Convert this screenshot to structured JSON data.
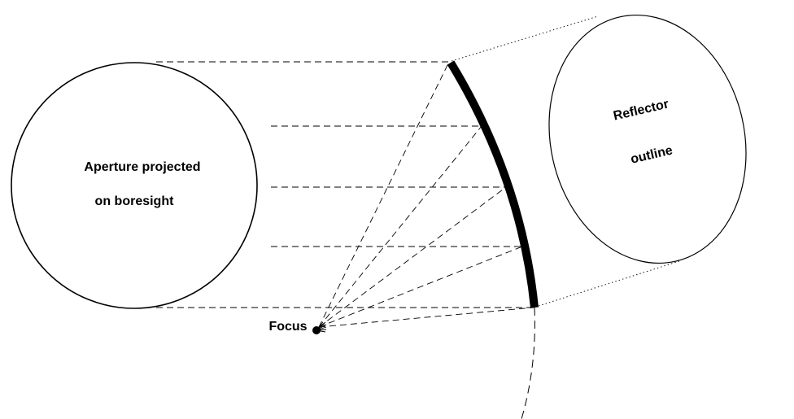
{
  "labels": {
    "aperture_line1": "Aperture projected",
    "aperture_line2": "on boresight",
    "reflector_line1": "Reflector",
    "reflector_line2": "outline",
    "focus": "Focus"
  },
  "colors": {
    "ink": "#000000",
    "background": "#ffffff"
  }
}
